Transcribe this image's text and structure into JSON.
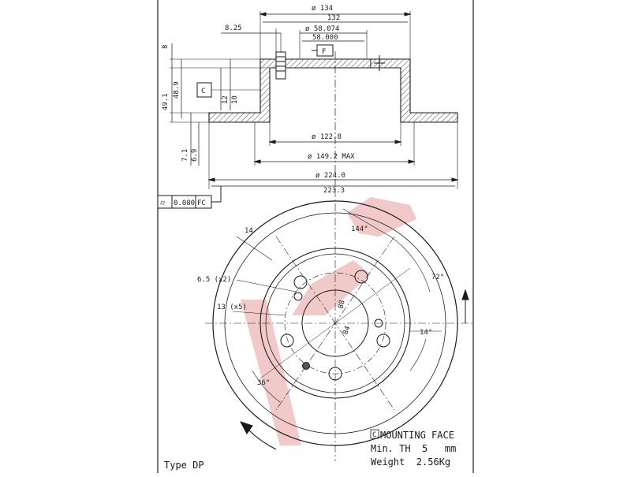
{
  "dims": {
    "d134": "ø 134",
    "d132": "132",
    "d825": "8.25",
    "d58074": "ø 58.074",
    "d58000": "58.000",
    "d8": "8",
    "d491": "49.1",
    "d489": "48.9",
    "d12": "12",
    "d10": "10",
    "d1228": "ø 122.8",
    "d1492": "ø 149.2 MAX",
    "d71": "7.1",
    "d69": "6.9",
    "d2240": "ø 224.0",
    "d2233": "223.3",
    "d14": "14",
    "d144deg": "144°",
    "d72deg": "72°",
    "d65": "6.5 (x2)",
    "d13": "13 (x5)",
    "d88": "88",
    "d84": "84",
    "d14deg": "14°",
    "d36deg": "36°"
  },
  "datums": {
    "c": "C",
    "f": "F"
  },
  "tolerance": {
    "symbol": "⌭",
    "value": "0.080",
    "ref": "FC"
  },
  "notes": {
    "mounting_letter": "C",
    "mounting_face": "MOUNTING FACE",
    "min_th": "Min. TH  5   mm",
    "weight": "Weight  2.56Kg",
    "type": "Type DP"
  },
  "watermark": "V",
  "colors": {
    "line": "#1a1a1a",
    "watermark": "#f2c9c9"
  }
}
